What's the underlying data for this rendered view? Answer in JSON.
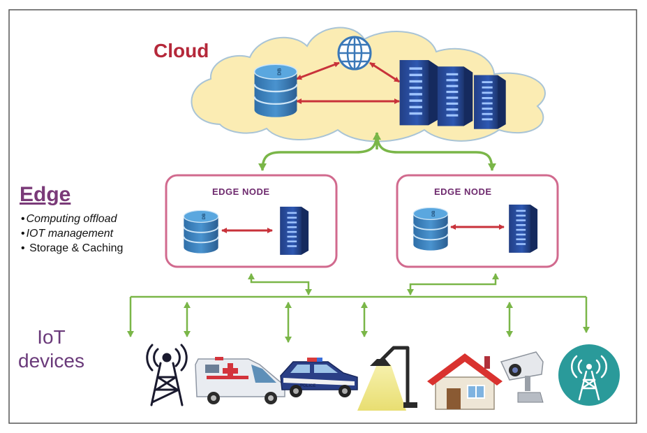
{
  "cloud": {
    "title": "Cloud"
  },
  "edge": {
    "title": "Edge",
    "features": [
      "Computing offload",
      "IOT management",
      "Storage & Caching"
    ],
    "nodes": [
      {
        "title": "EDGE NODE"
      },
      {
        "title": "EDGE NODE"
      }
    ]
  },
  "iot": {
    "title_line1": "IoT",
    "title_line2": "devices"
  },
  "icons": {
    "database_label": "DB",
    "police_label": "POLICE",
    "names": [
      "globe-icon",
      "database-icon",
      "server-rack-icon",
      "antenna-tower-icon",
      "ambulance-icon",
      "police-car-icon",
      "street-lamp-icon",
      "house-icon",
      "security-camera-icon",
      "cell-tower-badge-icon"
    ]
  },
  "colors": {
    "frame": "#555555",
    "cloud_fill": "#fbecb3",
    "cloud_stroke": "#a9c4d6",
    "edge_node_border": "#d16a8e",
    "cloud_arrow": "#c8323a",
    "network_line": "#7ab648",
    "cloud_title": "#b5283a",
    "edge_title": "#7a3a78",
    "iot_title": "#6a3a7a"
  }
}
